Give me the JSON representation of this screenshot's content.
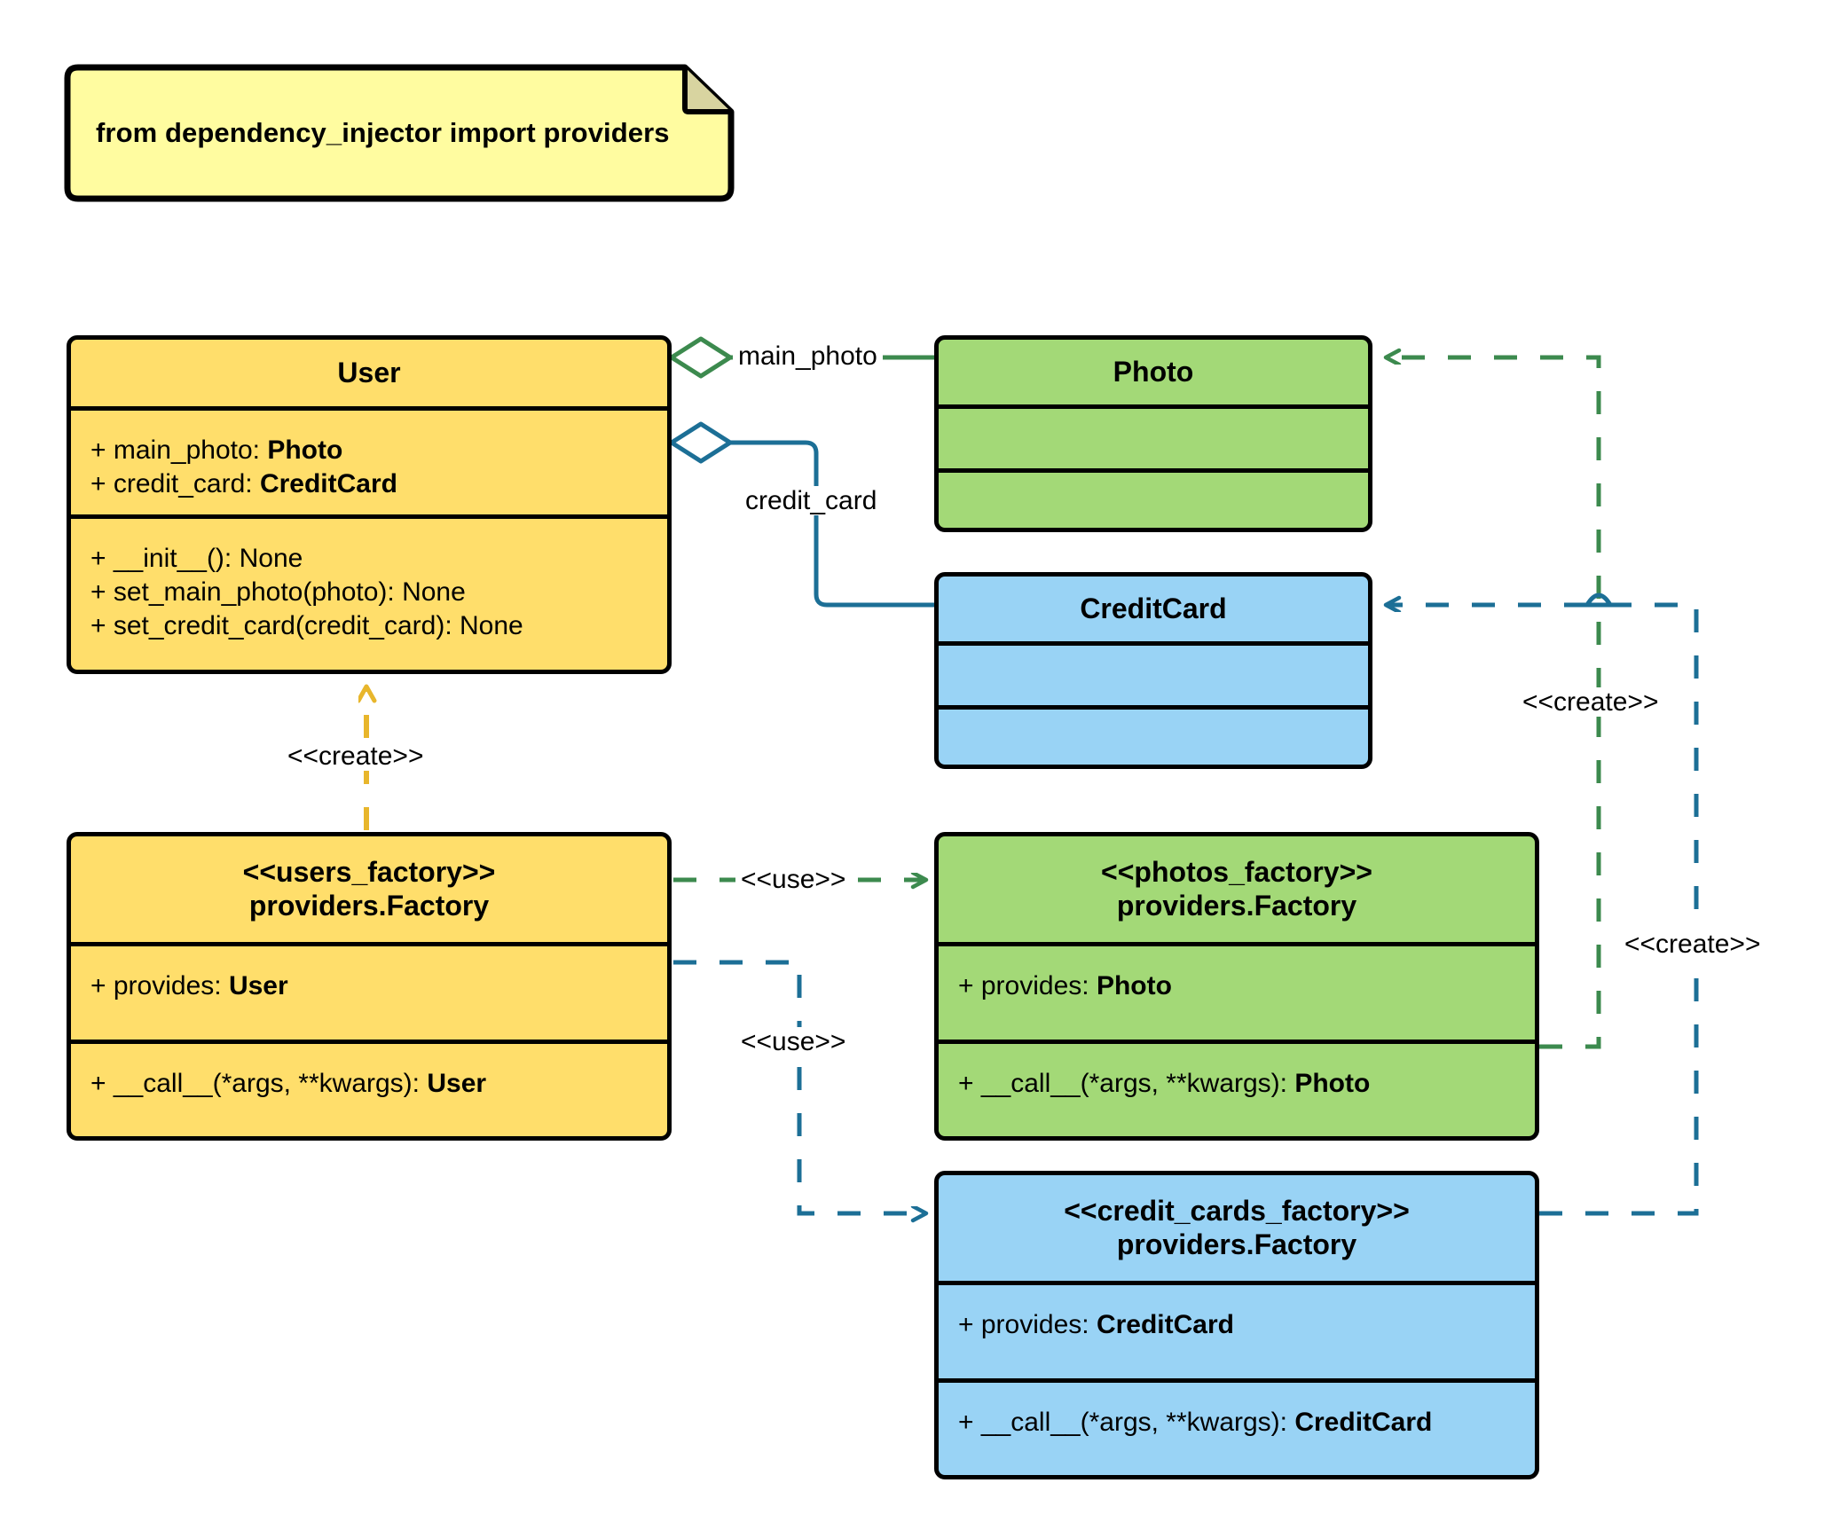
{
  "diagram": {
    "kind": "uml-class-diagram",
    "colors": {
      "yellow_fill": "#FFDE6B",
      "green_fill": "#A3D977",
      "blue_fill": "#99D3F5",
      "note_fill": "#FFFCA0",
      "green_line": "#3C8A4E",
      "blue_line": "#1C6F96",
      "orange_line": "#E8B62C",
      "outline": "#000000"
    }
  },
  "note": {
    "text": "from dependency_injector import providers"
  },
  "classes": {
    "user": {
      "title": "User",
      "attributes": [
        {
          "prefix": "+ ",
          "name": "main_photo: ",
          "type": "Photo"
        },
        {
          "prefix": "+ ",
          "name": "credit_card: ",
          "type": "CreditCard"
        }
      ],
      "methods": [
        {
          "text": "+ __init__(): None"
        },
        {
          "text": "+ set_main_photo(photo): None"
        },
        {
          "text": "+ set_credit_card(credit_card): None"
        }
      ]
    },
    "photo": {
      "title": "Photo",
      "attributes": [],
      "methods": []
    },
    "credit_card": {
      "title": "CreditCard",
      "attributes": [],
      "methods": []
    },
    "users_factory": {
      "stereotype": "<<users_factory>>",
      "title": "providers.Factory",
      "attributes": [
        {
          "prefix": "+ ",
          "name": "provides: ",
          "type": "User"
        }
      ],
      "methods": [
        {
          "prefix": "+ ",
          "name": "__call__(*args, **kwargs): ",
          "type": "User"
        }
      ]
    },
    "photos_factory": {
      "stereotype": "<<photos_factory>>",
      "title": "providers.Factory",
      "attributes": [
        {
          "prefix": "+ ",
          "name": "provides: ",
          "type": "Photo"
        }
      ],
      "methods": [
        {
          "prefix": "+ ",
          "name": "__call__(*args, **kwargs): ",
          "type": "Photo"
        }
      ]
    },
    "credit_cards_factory": {
      "stereotype": "<<credit_cards_factory>>",
      "title": "providers.Factory",
      "attributes": [
        {
          "prefix": "+ ",
          "name": "provides: ",
          "type": "CreditCard"
        }
      ],
      "methods": [
        {
          "prefix": "+ ",
          "name": "__call__(*args, **kwargs): ",
          "type": "CreditCard"
        }
      ]
    }
  },
  "edges": {
    "user_main_photo": {
      "label": "main_photo",
      "type": "aggregation"
    },
    "user_credit_card": {
      "label": "credit_card",
      "type": "aggregation"
    },
    "users_factory_creates_user": {
      "label": "<<create>>",
      "type": "dependency"
    },
    "users_factory_uses_photos_factory": {
      "label": "<<use>>",
      "type": "dependency"
    },
    "users_factory_uses_credit_cards_factory": {
      "label": "<<use>>",
      "type": "dependency"
    },
    "photos_factory_creates_photo": {
      "label": "<<create>>",
      "type": "dependency"
    },
    "credit_cards_factory_creates_credit_card": {
      "label": "<<create>>",
      "type": "dependency"
    }
  }
}
